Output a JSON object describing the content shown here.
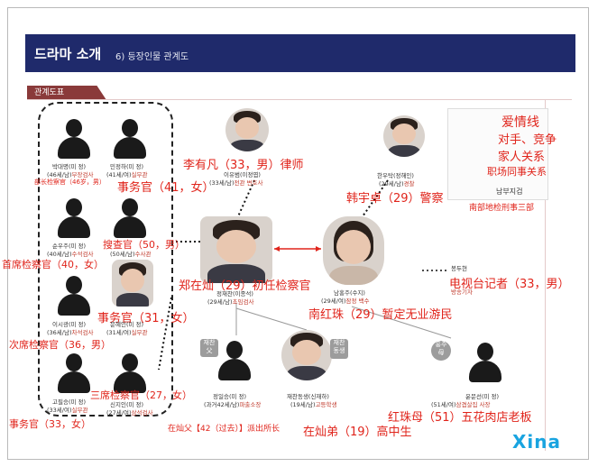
{
  "header": {
    "title": "드라마 소개",
    "subtitle": "6) 등장인물 관계도",
    "tab_label": "관계도표"
  },
  "colors": {
    "header_bg": "#1f2a6b",
    "annotation_red": "#e0241b",
    "love_line": "#e0241b",
    "brand": "#19a4e0"
  },
  "legend": {
    "love": "爱情线",
    "rival": "对手、竞争",
    "family": "家人关系",
    "colleague": "职场同事关系",
    "dept_label": "남부지검",
    "dept_cn": "南部地检刑事三部"
  },
  "people": {
    "p1": {
      "name_ko": "박대명(미 정)",
      "desc_ko": "(46세/남)",
      "role_ko": "부장검사",
      "annot": "部长检察官（46岁，男）"
    },
    "p2": {
      "name_ko": "민정하(미 정)",
      "desc_ko": "(41세/여)",
      "role_ko": "실무관",
      "annot": "事务官（41，女）"
    },
    "p3": {
      "name_ko": "순우주(미 정)",
      "desc_ko": "(40세/남)",
      "role_ko": "수석검사",
      "annot": "首席检察官（40，女）"
    },
    "p4": {
      "name_ko": "장필경(미 정)",
      "desc_ko": "(50세/남)",
      "role_ko": "수사관",
      "annot": "搜查官（50，男）"
    },
    "p5": {
      "name_ko": "이시광(미 정)",
      "desc_ko": "(36세/남)",
      "role_ko": "차석검사",
      "annot": "次席检察官（36，男）"
    },
    "p6": {
      "name_ko": "문혜인(미 정)",
      "desc_ko": "(31세/여)",
      "role_ko": "실무관",
      "annot": "事务官（31，女）"
    },
    "p7": {
      "name_ko": "고필승(미 정)",
      "desc_ko": "(33세/여)",
      "role_ko": "실무관",
      "annot": "事务官（33，女）"
    },
    "p8": {
      "name_ko": "신지인(미 정)",
      "desc_ko": "(27세/여)",
      "role_ko": "삼석검사",
      "annot": "三席检察官（27，女）"
    },
    "lawyer": {
      "name_ko": "이유범(이정엽)",
      "desc_ko": "(33세/남)",
      "role_ko": "전관 변호사",
      "annot": "李有凡（33，男）律师"
    },
    "police": {
      "name_ko": "한우탁(정해인)",
      "desc_ko": "(29세/남)",
      "role_ko": "경찰",
      "annot": "韩宇卓（29）警察"
    },
    "hero": {
      "name_ko": "정재찬(이종석)",
      "desc_ko": "(29세/남)",
      "role_ko": "초임검사",
      "annot": "郑在灿（29）初任检察官"
    },
    "heroine": {
      "name_ko": "남홍주(수지)",
      "desc_ko": "(29세/여)",
      "role_ko": "잠정 백수",
      "annot": "南红珠（29）暂定无业游民"
    },
    "reporter": {
      "name_ko": "봉두현",
      "role_ko": "방송기자",
      "annot": "电视台记者（33，男）"
    },
    "father": {
      "tag": "재찬 父",
      "name_ko": "정일승(미 정)",
      "desc_ko": "(과거42세/남)",
      "role_ko": "파출소장",
      "annot": "在灿父【42（过去）】派出所长"
    },
    "brother": {
      "tag": "재찬 동생",
      "name_ko": "재찬동생(신재하)",
      "desc_ko": "(19세/남)",
      "role_ko": "고등학생",
      "annot": "在灿弟（19）高中生"
    },
    "mother": {
      "tag": "홍주 母",
      "name_ko": "윤문선(미 정)",
      "desc_ko": "(51세/여)",
      "role_ko": "삼겹살집 사장",
      "annot": "红珠母（51）五花肉店老板"
    }
  },
  "brand": "Xina"
}
